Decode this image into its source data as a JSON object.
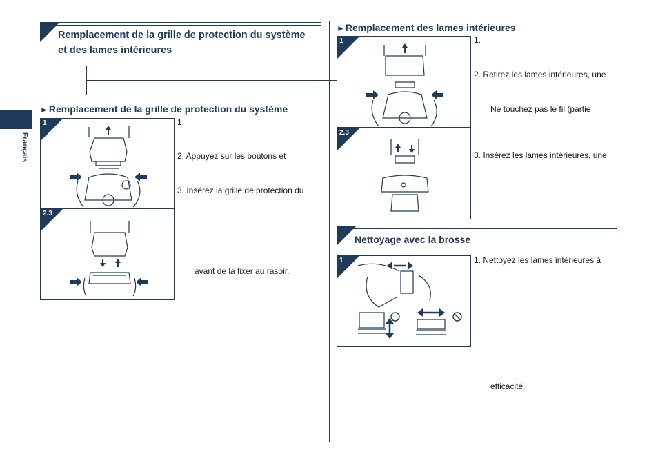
{
  "sidebar": {
    "language_label": "Français"
  },
  "left": {
    "section_title_line1": "Remplacement de la grille de protection du système",
    "section_title_line2": "et des lames intérieures",
    "spec_table": [
      [
        "",
        ""
      ],
      [
        "",
        ""
      ]
    ],
    "sub_heading_arrow": "►",
    "sub_heading": "Remplacement de la grille de protection du système",
    "fig1_label": "1",
    "fig2_label": "2.3",
    "steps": {
      "s1": "1.",
      "s2": "2.  Appuyez sur les boutons et",
      "s3": "3.  Insérez la grille de protection du",
      "s3_cont": "avant de la fixer au rasoir."
    }
  },
  "right": {
    "sub_heading_arrow": "►",
    "sub_heading": "Remplacement des lames intérieures",
    "fig1_label": "1",
    "fig2_label": "2.3",
    "steps": {
      "s1": "1.",
      "s2": "2.  Retirez les lames intérieures, une",
      "note": "Ne touchez pas le fil (partie",
      "s3": "3.  Insérez les lames intérieures, une"
    },
    "brush_section_title": "Nettoyage avec la brosse",
    "brush_fig_label": "1",
    "brush_steps": {
      "s1": "1.  Nettoyez les lames intérieures à",
      "end": "efficacité."
    }
  },
  "colors": {
    "accent": "#1f3a5a",
    "text": "#1a1a1a"
  },
  "icons": [
    "arrow-left-icon",
    "arrow-right-icon",
    "arrow-up-icon",
    "arrow-down-icon",
    "correct-circle-icon",
    "prohibited-icon"
  ]
}
